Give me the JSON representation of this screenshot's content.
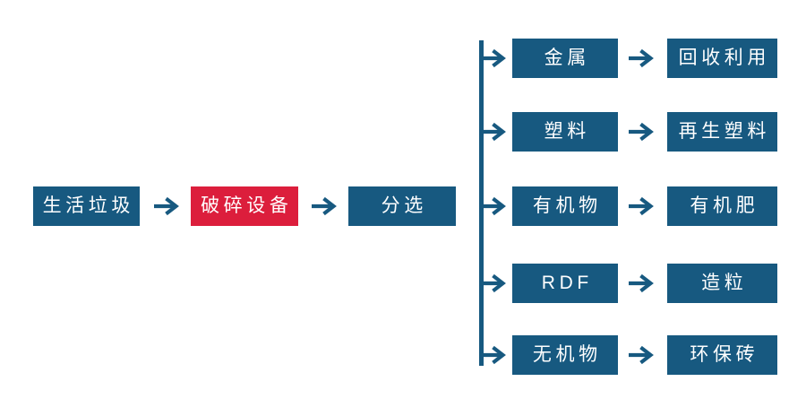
{
  "palette": {
    "box_blue": "#175980",
    "box_red": "#DC1E3C",
    "arrow_blue": "#175980",
    "text_white": "#FFFFFF",
    "background": "#FFFFFF"
  },
  "icons": {
    "arrow_right_glyph": "→"
  },
  "flow": {
    "source": {
      "label": "生活垃圾"
    },
    "process": {
      "label": "破碎设备"
    },
    "sorter": {
      "label": "分选"
    },
    "branches": [
      {
        "category": "金属",
        "result": "回收利用"
      },
      {
        "category": "塑料",
        "result": "再生塑料"
      },
      {
        "category": "有机物",
        "result": "有机肥"
      },
      {
        "category": "RDF",
        "result": "造粒"
      },
      {
        "category": "无机物",
        "result": "环保砖"
      }
    ]
  }
}
